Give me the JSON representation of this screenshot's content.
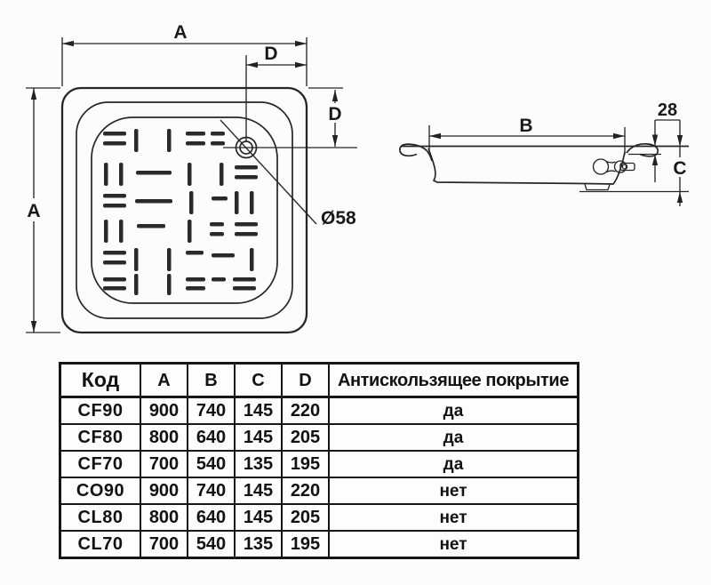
{
  "drawing": {
    "plan": {
      "width_label": "A",
      "height_label": "A",
      "drain_offset_top_label": "D",
      "drain_offset_side_label": "D",
      "drain_diameter_label": "Ø58"
    },
    "side": {
      "inner_width_label": "B",
      "rim_height_label": "28",
      "total_height_label": "C"
    }
  },
  "table": {
    "headers": [
      "Код",
      "A",
      "B",
      "C",
      "D",
      "Антискользящее покрытие"
    ],
    "rows": [
      [
        "CF90",
        "900",
        "740",
        "145",
        "220",
        "да"
      ],
      [
        "CF80",
        "800",
        "640",
        "145",
        "205",
        "да"
      ],
      [
        "CF70",
        "700",
        "540",
        "135",
        "195",
        "да"
      ],
      [
        "CO90",
        "900",
        "740",
        "145",
        "220",
        "нет"
      ],
      [
        "CL80",
        "800",
        "640",
        "145",
        "205",
        "нет"
      ],
      [
        "CL70",
        "700",
        "540",
        "135",
        "195",
        "нет"
      ]
    ]
  }
}
